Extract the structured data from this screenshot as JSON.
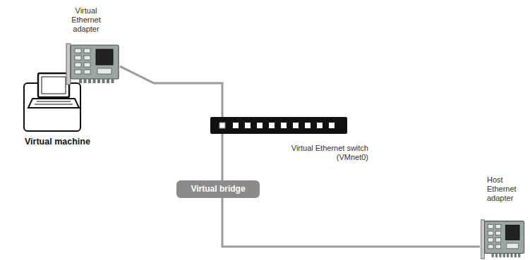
{
  "diagram": {
    "nodes": [
      {
        "text": [
          "Virtual Ethernet adapter"
        ]
      },
      {
        "text": [
          "Virtual machine"
        ]
      },
      {
        "text": [
          "Virtual Ethernet switch (VMnet0)"
        ]
      },
      {
        "text": [
          "Host Ethernet adapter"
        ]
      }
    ],
    "edges": [
      {
        "from": 0,
        "to": 2,
        "arrow": "none"
      },
      {
        "from": 2,
        "to": 3,
        "label": "Virtual bridge",
        "arrow": "none"
      }
    ]
  }
}
